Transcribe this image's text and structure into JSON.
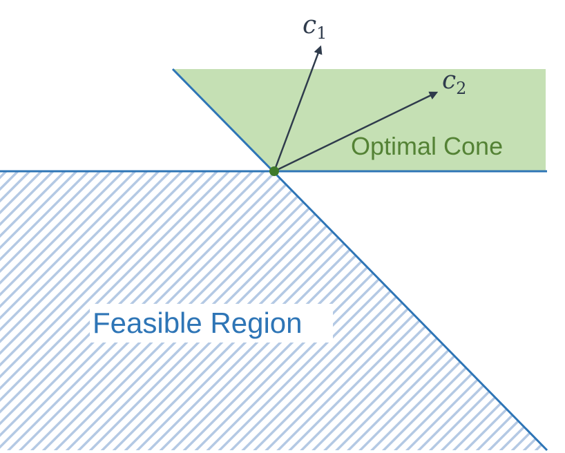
{
  "diagram": {
    "feasible_region_label": "Feasible Region",
    "optimal_cone_label": "Optimal Cone",
    "vectors": [
      {
        "symbol": "c",
        "subscript": "1"
      },
      {
        "symbol": "c",
        "subscript": "2"
      }
    ],
    "colors": {
      "boundary": "#2e75b6",
      "hatch": "#b4c9e4",
      "cone_fill": "#c5e0b4",
      "cone_text": "#548235",
      "vertex": "#3f7a2a",
      "arrow": "#2f3b4c",
      "feasible_text": "#2e75b6"
    }
  }
}
